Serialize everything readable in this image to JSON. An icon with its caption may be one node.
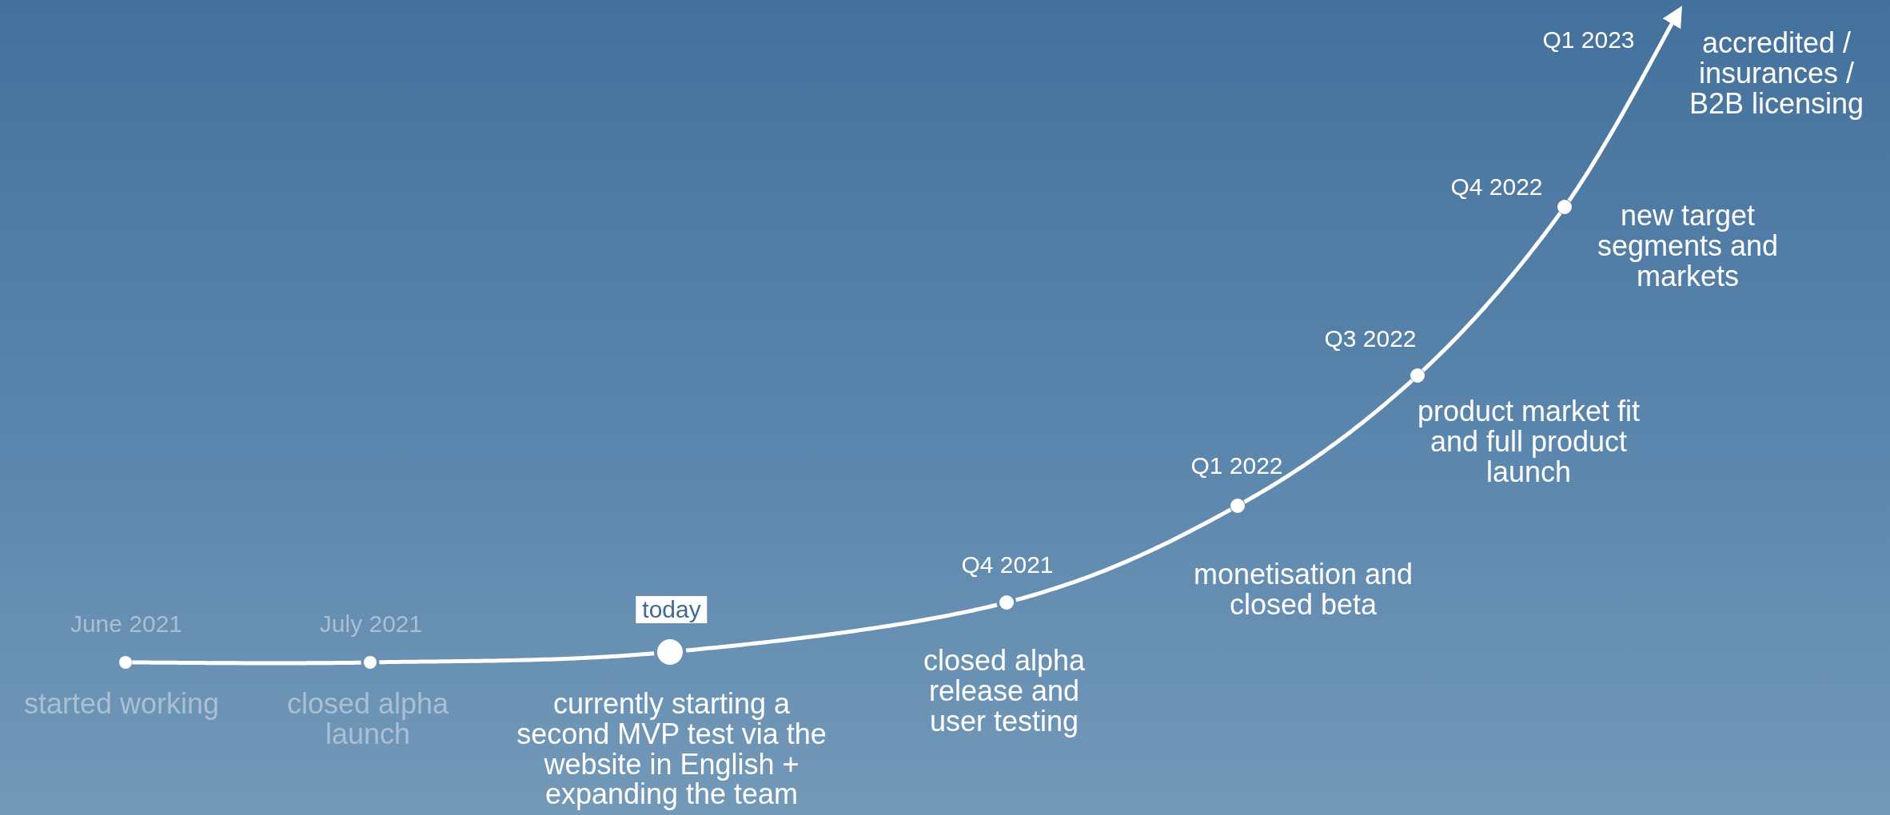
{
  "diagram": {
    "nodes": [
      {
        "text": [
          "June 2021",
          "started working"
        ]
      },
      {
        "text": [
          "July 2021",
          "closed alpha launch"
        ]
      },
      {
        "text": [
          "today",
          "currently starting a second MVP test via the website in English + expanding the team"
        ]
      },
      {
        "text": [
          "Q4 2021",
          "closed alpha release and user testing"
        ]
      },
      {
        "text": [
          "Q1 2022",
          "monetisation and closed beta"
        ]
      },
      {
        "text": [
          "Q3 2022",
          "product market fit and full product launch"
        ]
      },
      {
        "text": [
          "Q4 2022",
          "new target segments and markets"
        ]
      },
      {
        "text": [
          "Q1 2023",
          "accredited / insurances / B2B licensing"
        ]
      }
    ],
    "edges": [
      {
        "from": 0,
        "to": 1,
        "arrow": "none"
      },
      {
        "from": 1,
        "to": 2,
        "arrow": "none"
      },
      {
        "from": 2,
        "to": 3,
        "arrow": "none"
      },
      {
        "from": 3,
        "to": 4,
        "arrow": "none"
      },
      {
        "from": 4,
        "to": 5,
        "arrow": "none"
      },
      {
        "from": 5,
        "to": 6,
        "arrow": "none"
      },
      {
        "from": 6,
        "to": 7,
        "arrow": "to"
      }
    ]
  }
}
